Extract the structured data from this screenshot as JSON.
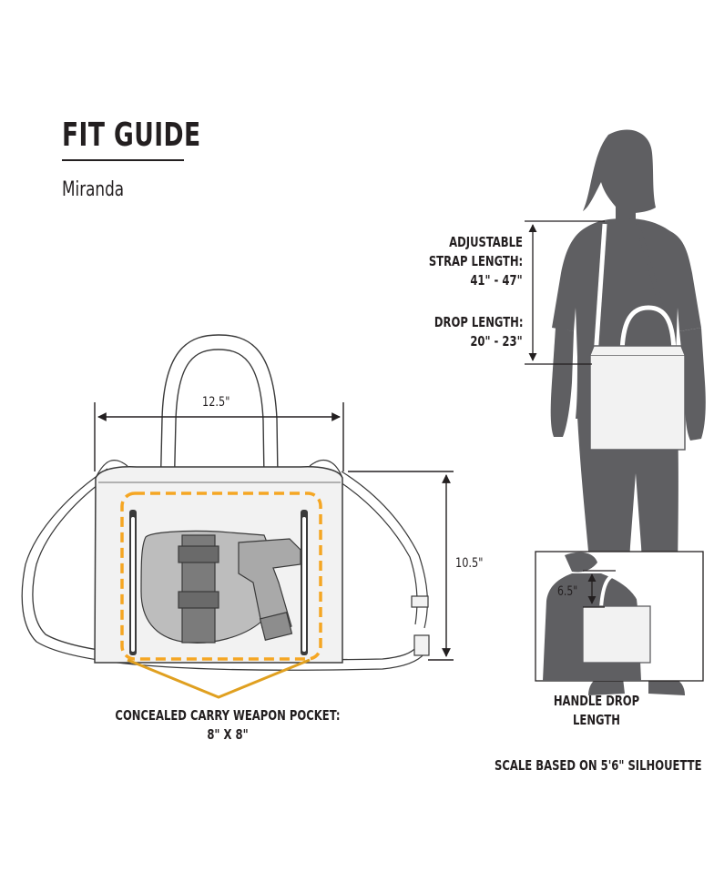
{
  "header": {
    "title": "FIT GUIDE",
    "subtitle": "Miranda"
  },
  "bag": {
    "width_label": "12.5\"",
    "height_label": "10.5\"",
    "pocket_label_line1": "CONCEALED CARRY WEAPON POCKET:",
    "pocket_label_line2": "8\" X 8\""
  },
  "silhouette": {
    "strap_line1": "ADJUSTABLE",
    "strap_line2": "STRAP LENGTH:",
    "strap_line3": "41\" - 47\"",
    "drop_line1": "DROP LENGTH:",
    "drop_line2": "20\" - 23\"",
    "handle_drop_value": "6.5\"",
    "handle_drop_line1": "HANDLE DROP",
    "handle_drop_line2": "LENGTH",
    "scale_note": "SCALE BASED ON 5'6\" SILHOUETTE"
  },
  "colors": {
    "silhouette": "#5f5f62",
    "pocket_outline": "#f5a623",
    "line": "#231f20",
    "bag_fill": "#f2f2f2"
  }
}
